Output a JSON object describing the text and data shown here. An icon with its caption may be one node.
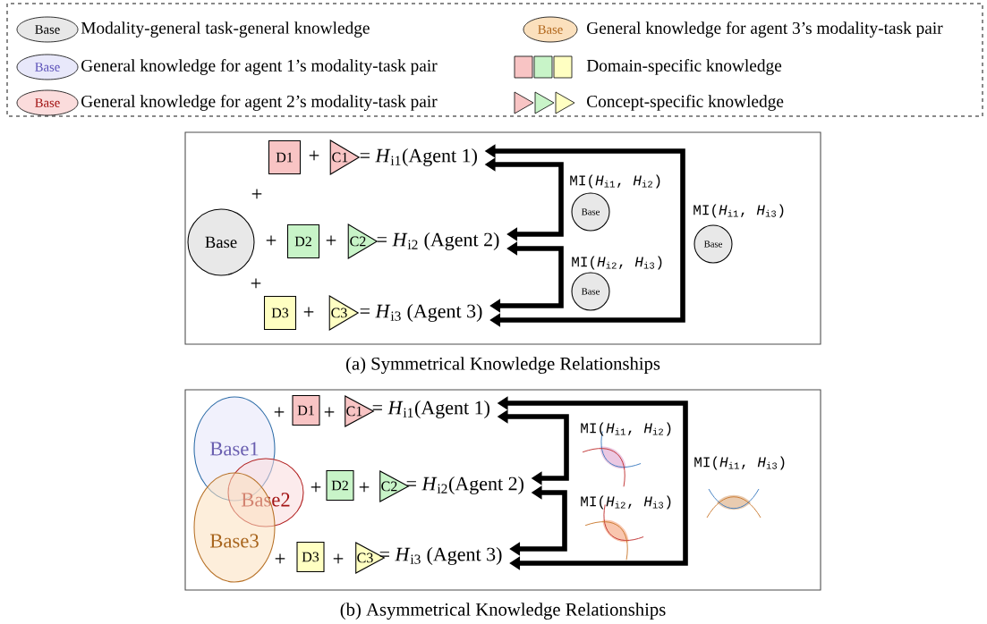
{
  "diagram": {
    "nodes": [
      {
        "text": [
          "(a) Symmetrical Knowledge Relationships"
        ]
      },
      {
        "text": [
          "Base"
        ],
        "in": 0
      },
      {
        "text": [
          "D1"
        ],
        "in": 0
      },
      {
        "text": [
          "C1"
        ],
        "in": 0
      },
      {
        "text": [
          "= *H*$_{i1}$(Agent 1)"
        ],
        "in": 0
      },
      {
        "text": [
          "D2"
        ],
        "in": 0
      },
      {
        "text": [
          "C2"
        ],
        "in": 0
      },
      {
        "text": [
          "= *H*$_{i2}$ (Agent 2)"
        ],
        "in": 0
      },
      {
        "text": [
          "D3"
        ],
        "in": 0
      },
      {
        "text": [
          "C3"
        ],
        "in": 0
      },
      {
        "text": [
          "= *H*$_{i3}$ (Agent 3)"
        ],
        "in": 0
      },
      {
        "text": [
          "Base"
        ],
        "in": 0,
        "beside": [
          "MI(*H*$_{i1}$, *H*$_{i2}$)"
        ]
      },
      {
        "text": [
          "Base"
        ],
        "in": 0,
        "beside": [
          "MI(*H*$_{i2}$, *H*$_{i3}$)"
        ]
      },
      {
        "text": [
          "Base"
        ],
        "in": 0,
        "beside": [
          "MI(*H*$_{i1}$, *H*$_{i3}$)"
        ]
      },
      {
        "text": [
          "(b) Asymmetrical Knowledge Relationships"
        ]
      },
      {
        "text": [
          "Base1"
        ],
        "in": 14
      },
      {
        "text": [
          "Base2"
        ],
        "in": 14
      },
      {
        "text": [
          "Base3"
        ],
        "in": 14
      },
      {
        "text": [
          "D1"
        ],
        "in": 14
      },
      {
        "text": [
          "C1"
        ],
        "in": 14
      },
      {
        "text": [
          "= *H*$_{i1}$(Agent 1)"
        ],
        "in": 14
      },
      {
        "text": [
          "D2"
        ],
        "in": 14
      },
      {
        "text": [
          "C2"
        ],
        "in": 14
      },
      {
        "text": [
          "= *H*$_{i2}$(Agent 2)"
        ],
        "in": 14
      },
      {
        "text": [
          "D3"
        ],
        "in": 14
      },
      {
        "text": [
          "C3"
        ],
        "in": 14
      },
      {
        "text": [
          "= *H*$_{i3}$ (Agent 3)"
        ],
        "in": 14
      },
      {
        "text": [],
        "shape": "picture",
        "in": 14,
        "beside": [
          "MI(*H*$_{i1}$, *H*$_{i2}$)"
        ]
      },
      {
        "text": [],
        "shape": "picture",
        "in": 14,
        "beside": [
          "MI(*H*$_{i2}$, *H*$_{i3}$)"
        ]
      },
      {
        "text": [],
        "shape": "picture",
        "in": 14,
        "beside": [
          "MI(*H*$_{i1}$, *H*$_{i3}$)"
        ]
      }
    ],
    "edges": [
      {
        "from": 4,
        "to": 10,
        "arrow": "both"
      },
      {
        "from": 4,
        "to": 7,
        "arrow": "both"
      },
      {
        "from": 7,
        "to": 10,
        "arrow": "both"
      },
      {
        "from": 20,
        "to": 26,
        "arrow": "both"
      },
      {
        "from": 20,
        "to": 23,
        "arrow": "both"
      },
      {
        "from": 23,
        "to": 26,
        "arrow": "both"
      }
    ],
    "labels": [
      "Base",
      "Base",
      "Base",
      "Base",
      "+",
      "+",
      "+",
      "+",
      "+",
      "+",
      "+",
      "+",
      "+",
      "+",
      "+",
      "+"
    ],
    "legend": [
      {
        "text": "Modality-general task-general knowledge",
        "color": "#e8e8e8"
      },
      {
        "text": "General knowledge for agent 3’s modality-task pair",
        "color": "#fbe0bd"
      },
      {
        "text": "General knowledge for agent 1’s modality-task pair",
        "color": "#e8e8fa"
      },
      {
        "text": "Domain-specific knowledge"
      },
      {
        "text": "General knowledge for agent 2’s modality-task pair",
        "color": "#fbdcdc"
      },
      {
        "text": "Concept-specific knowledge"
      }
    ]
  }
}
